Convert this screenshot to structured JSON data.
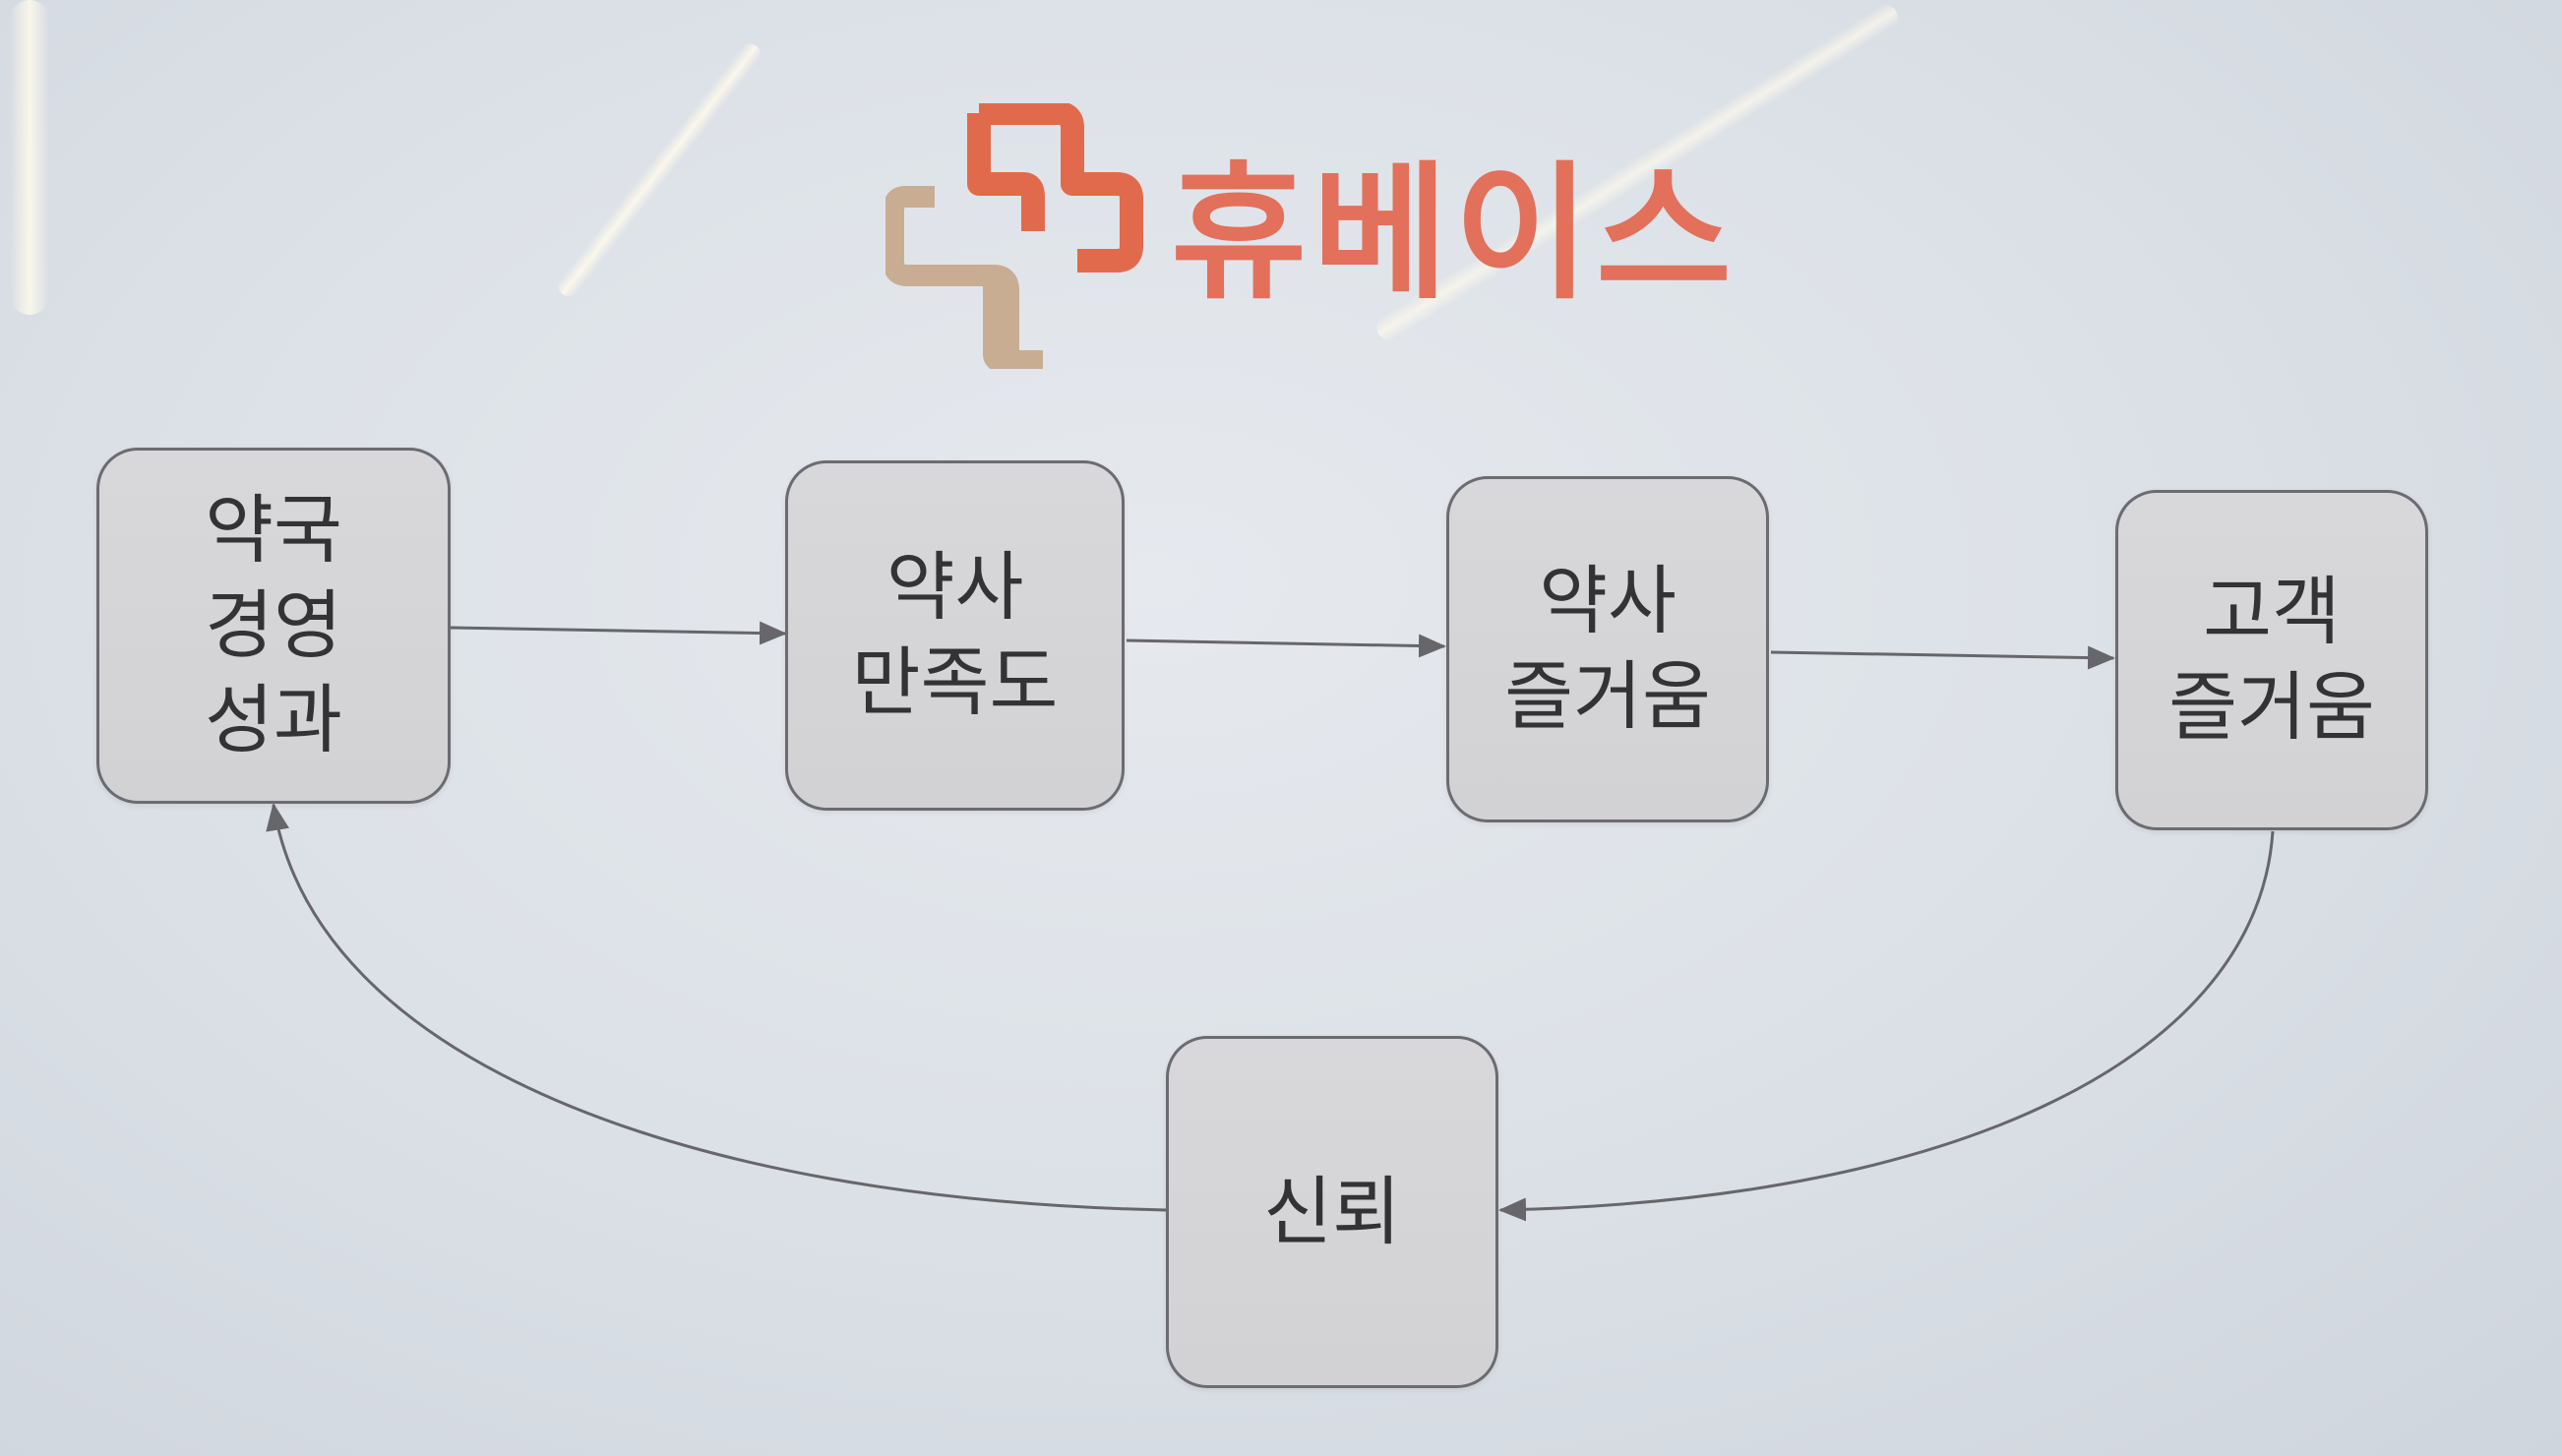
{
  "brand": {
    "name": "휴베이스",
    "text_color": "#e2705a",
    "logo_icon": "medical-cross-icon",
    "logo_colors": {
      "primary": "#e26a4c",
      "secondary": "#c9ad93"
    }
  },
  "diagram": {
    "nodes": [
      {
        "id": "pharmacy-performance",
        "lines": [
          "약국",
          "경영",
          "성과"
        ]
      },
      {
        "id": "pharmacist-satisfaction",
        "lines": [
          "약사",
          "만족도"
        ]
      },
      {
        "id": "pharmacist-joy",
        "lines": [
          "약사",
          "즐거움"
        ]
      },
      {
        "id": "customer-joy",
        "lines": [
          "고객",
          "즐거움"
        ]
      },
      {
        "id": "trust",
        "lines": [
          "신뢰"
        ]
      }
    ],
    "edges": [
      {
        "from": "pharmacy-performance",
        "to": "pharmacist-satisfaction"
      },
      {
        "from": "pharmacist-satisfaction",
        "to": "pharmacist-joy"
      },
      {
        "from": "pharmacist-joy",
        "to": "customer-joy"
      },
      {
        "from": "customer-joy",
        "to": "trust"
      },
      {
        "from": "trust",
        "to": "pharmacy-performance"
      }
    ],
    "colors": {
      "node_fill": "#d5d5d7",
      "node_border": "#6b6b70",
      "edge": "#66666b"
    }
  }
}
